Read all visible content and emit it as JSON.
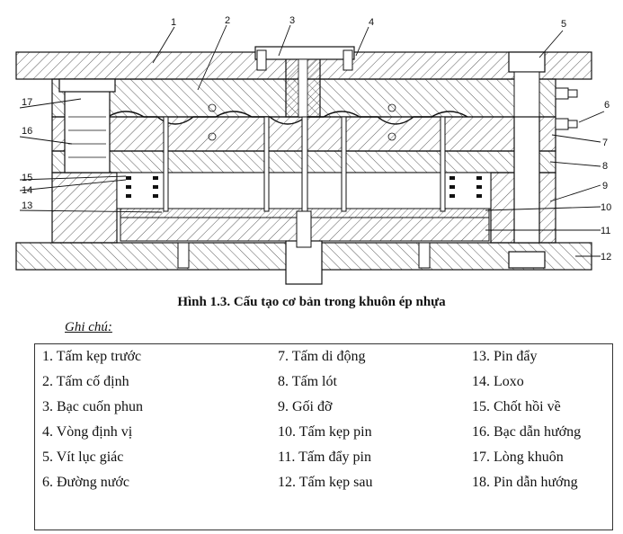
{
  "figure": {
    "part_numbers": [
      "1",
      "2",
      "3",
      "4",
      "5",
      "6",
      "7",
      "8",
      "9",
      "10",
      "11",
      "12",
      "13",
      "14",
      "15",
      "16",
      "17"
    ]
  },
  "caption": "Hình 1.3. Cấu tạo cơ bản trong khuôn ép nhựa",
  "note_label": "Ghi chú:",
  "legend": {
    "col1": [
      {
        "num": "1.",
        "text": "Tấm kẹp trước"
      },
      {
        "num": "2.",
        "text": "Tấm cố định"
      },
      {
        "num": "3.",
        "text": "Bạc cuốn phun"
      },
      {
        "num": "4.",
        "text": "Vòng định vị"
      },
      {
        "num": "5.",
        "text": "Vít lục giác"
      },
      {
        "num": "6.",
        "text": "Đường nước"
      }
    ],
    "col2": [
      {
        "num": "7.",
        "text": "Tấm di động"
      },
      {
        "num": "8.",
        "text": "Tấm lót"
      },
      {
        "num": "9.",
        "text": "Gối đỡ"
      },
      {
        "num": "10.",
        "text": "Tấm kẹp pin"
      },
      {
        "num": "11.",
        "text": "Tấm đẩy pin"
      },
      {
        "num": "12.",
        "text": "Tấm kẹp sau"
      }
    ],
    "col3": [
      {
        "num": "13.",
        "text": "Pin đẩy"
      },
      {
        "num": "14.",
        "text": "Loxo"
      },
      {
        "num": "15.",
        "text": "Chốt hồi về"
      },
      {
        "num": "16.",
        "text": "Bạc dẫn hướng"
      },
      {
        "num": "17.",
        "text": "Lòng khuôn"
      },
      {
        "num": "18.",
        "text": "Pin dẫn hướng"
      }
    ]
  }
}
